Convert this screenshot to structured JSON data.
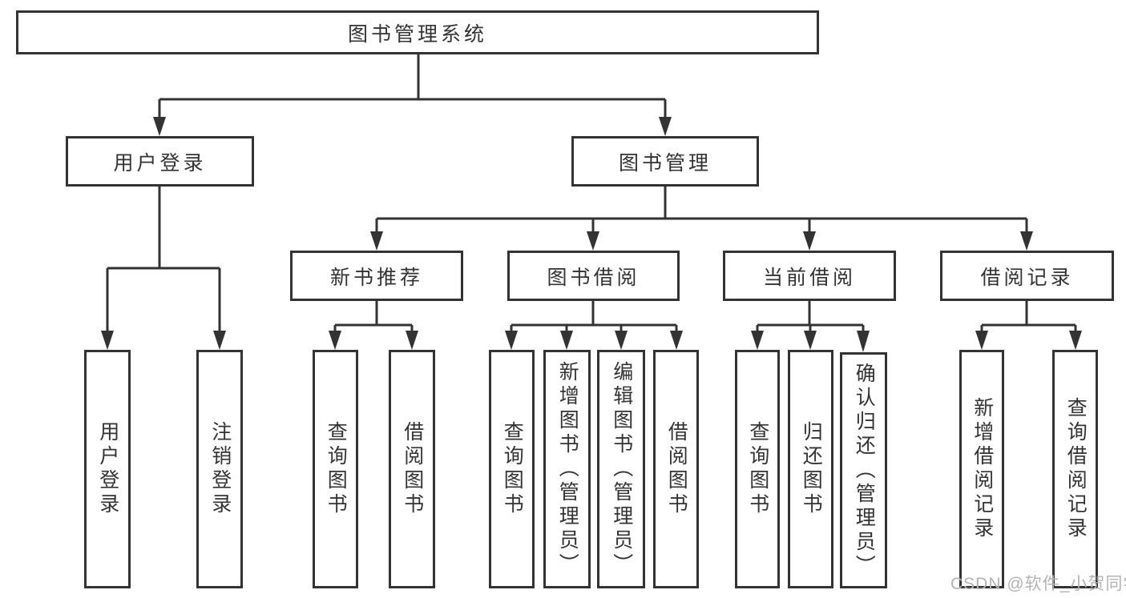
{
  "colors": {
    "line": "#333333",
    "text": "#333333",
    "box_background": "#ffffff",
    "page_background": "#ffffff",
    "watermark": "#b3b3b3"
  },
  "watermark": {
    "text": "CSDN @软件_小贺同学"
  },
  "diagram": {
    "root": {
      "label": "图书管理系统"
    },
    "user_login": {
      "label": "用户登录",
      "children": [
        {
          "label": "用户登录"
        },
        {
          "label": "注销登录"
        }
      ]
    },
    "book_management": {
      "label": "图书管理",
      "sections": [
        {
          "label": "新书推荐",
          "children": [
            {
              "label": "查询图书"
            },
            {
              "label": "借阅图书"
            }
          ]
        },
        {
          "label": "图书借阅",
          "children": [
            {
              "label": "查询图书"
            },
            {
              "label": "新增图书（管理员）"
            },
            {
              "label": "编辑图书（管理员）"
            },
            {
              "label": "借阅图书"
            }
          ]
        },
        {
          "label": "当前借阅",
          "children": [
            {
              "label": "查询图书"
            },
            {
              "label": "归还图书"
            },
            {
              "label": "确认归还（管理员）"
            }
          ]
        },
        {
          "label": "借阅记录",
          "children": [
            {
              "label": "新增借阅记录"
            },
            {
              "label": "查询借阅记录"
            }
          ]
        }
      ]
    }
  }
}
